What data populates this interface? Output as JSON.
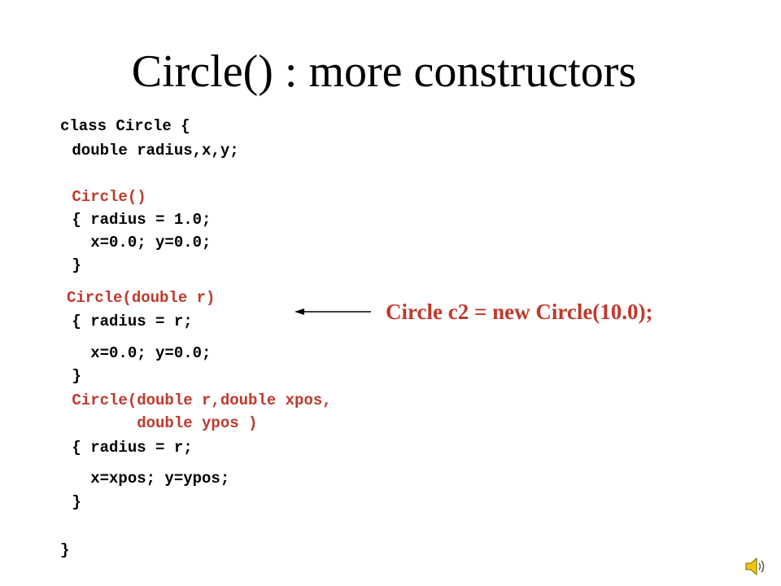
{
  "slide": {
    "title": "Circle() : more constructors",
    "code_lines": [
      "class Circle {",
      " double radius,x,y;",
      " Circle()",
      " { radius = 1.0;",
      "   x=0.0; y=0.0;",
      " }",
      "Circle(double r)",
      " { radius = r;",
      "   x=0.0; y=0.0;",
      " }",
      " Circle(double r,double xpos,",
      "        double ypos )",
      " { radius = r;",
      "   x=xpos; y=ypos;",
      " }",
      "}"
    ],
    "callout": "Circle c2 = new Circle(10.0);",
    "colors": {
      "constructor_signature": "#c0392b",
      "callout": "#c0392b",
      "text": "#000000"
    },
    "icons": {
      "audio": "speaker-icon"
    }
  }
}
